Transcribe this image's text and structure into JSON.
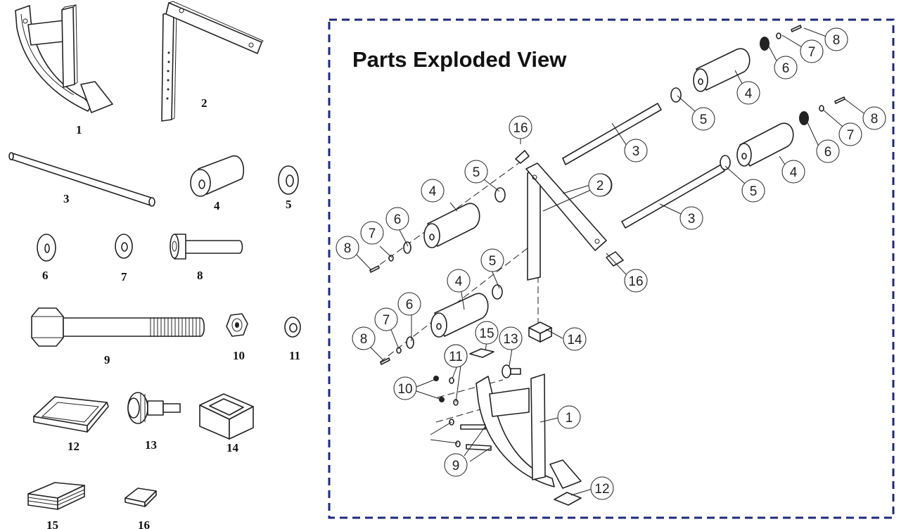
{
  "title": "Parts Exploded View",
  "colors": {
    "frame": "#1f2a7a",
    "ink": "#222222"
  },
  "parts": [
    {
      "id": "1",
      "label": "1"
    },
    {
      "id": "2",
      "label": "2"
    },
    {
      "id": "3",
      "label": "3"
    },
    {
      "id": "4",
      "label": "4"
    },
    {
      "id": "5",
      "label": "5"
    },
    {
      "id": "6",
      "label": "6"
    },
    {
      "id": "7",
      "label": "7"
    },
    {
      "id": "8",
      "label": "8"
    },
    {
      "id": "9",
      "label": "9"
    },
    {
      "id": "10",
      "label": "10"
    },
    {
      "id": "11",
      "label": "11"
    },
    {
      "id": "12",
      "label": "12"
    },
    {
      "id": "13",
      "label": "13"
    },
    {
      "id": "14",
      "label": "14"
    },
    {
      "id": "15",
      "label": "15"
    },
    {
      "id": "16",
      "label": "16"
    }
  ],
  "callouts": [
    "8",
    "7",
    "6",
    "4",
    "5",
    "3",
    "16",
    "2",
    "5",
    "4",
    "6",
    "7",
    "8",
    "8",
    "7",
    "6",
    "4",
    "5",
    "3",
    "2",
    "16",
    "5",
    "4",
    "6",
    "7",
    "8",
    "15",
    "13",
    "14",
    "11",
    "10",
    "11",
    "9",
    "1",
    "12"
  ]
}
